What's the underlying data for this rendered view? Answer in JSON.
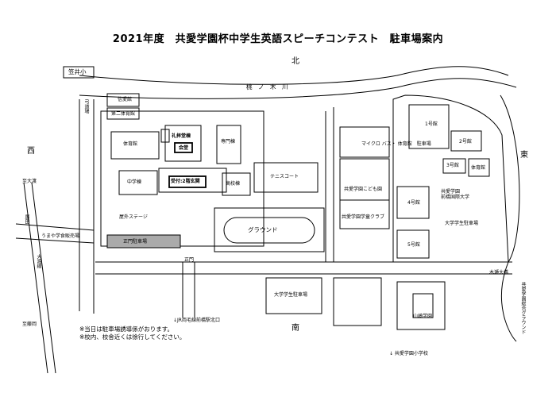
{
  "title": "2021年度　共愛学園杯中学生英語スピーチコンテスト　駐車場案内",
  "directions": {
    "north": "北",
    "south": "南",
    "east": "東",
    "west": "西"
  },
  "places": {
    "kasai_elem": "笠井小",
    "river": "桃　ノ　木　川",
    "shin_ai_kan": "信愛館",
    "dai2_gym": "第二体育館",
    "gym": "体育館",
    "reihai": "礼拝堂棟",
    "kaido": "会堂",
    "senmon": "専門棟",
    "chugaku": "中学棟",
    "uketsuke": "受付:2階玄関",
    "kokou": "高校棟",
    "okugai_stage": "屋外ステージ",
    "seimon_parking": "正門駐車場",
    "tennis_court": "テニスコート",
    "ground": "グラウンド",
    "daigaku_parking": "大学学生駐車場",
    "kodomoen": "共愛学園こども園",
    "gakudo_club": "共愛学園学童クラブ",
    "kan1": "1号館",
    "kan2": "2号館",
    "kan3": "3号館",
    "kan4": "4号館",
    "kan5": "5号館",
    "taiikukan_small": "体育館",
    "univ": "共愛学園\n前橋国際大学",
    "univ_parking": "大学学生駐車場",
    "yamato": "山崎学園",
    "seimon": "正門",
    "jr": "↓JR両毛線前橋駅北口",
    "shogakko": "↓ 共愛学園小学校",
    "sogo_ground": "共愛学園総合グラウンド",
    "kizaki": "木瀬大橋",
    "narrow_road": "マイクロ バス・ 体育館　駐車場",
    "left_road_top": "弓道場",
    "left_road_1": "至大渡",
    "left_road_2": "廉田",
    "left_road_3": "大渡線",
    "left_road_4": "至藤岡",
    "cafe": "うまや学食販売場"
  },
  "notes": [
    "※当日は駐車場誘導係がおります。",
    "※校内、校舎近くは徐行してください。"
  ]
}
